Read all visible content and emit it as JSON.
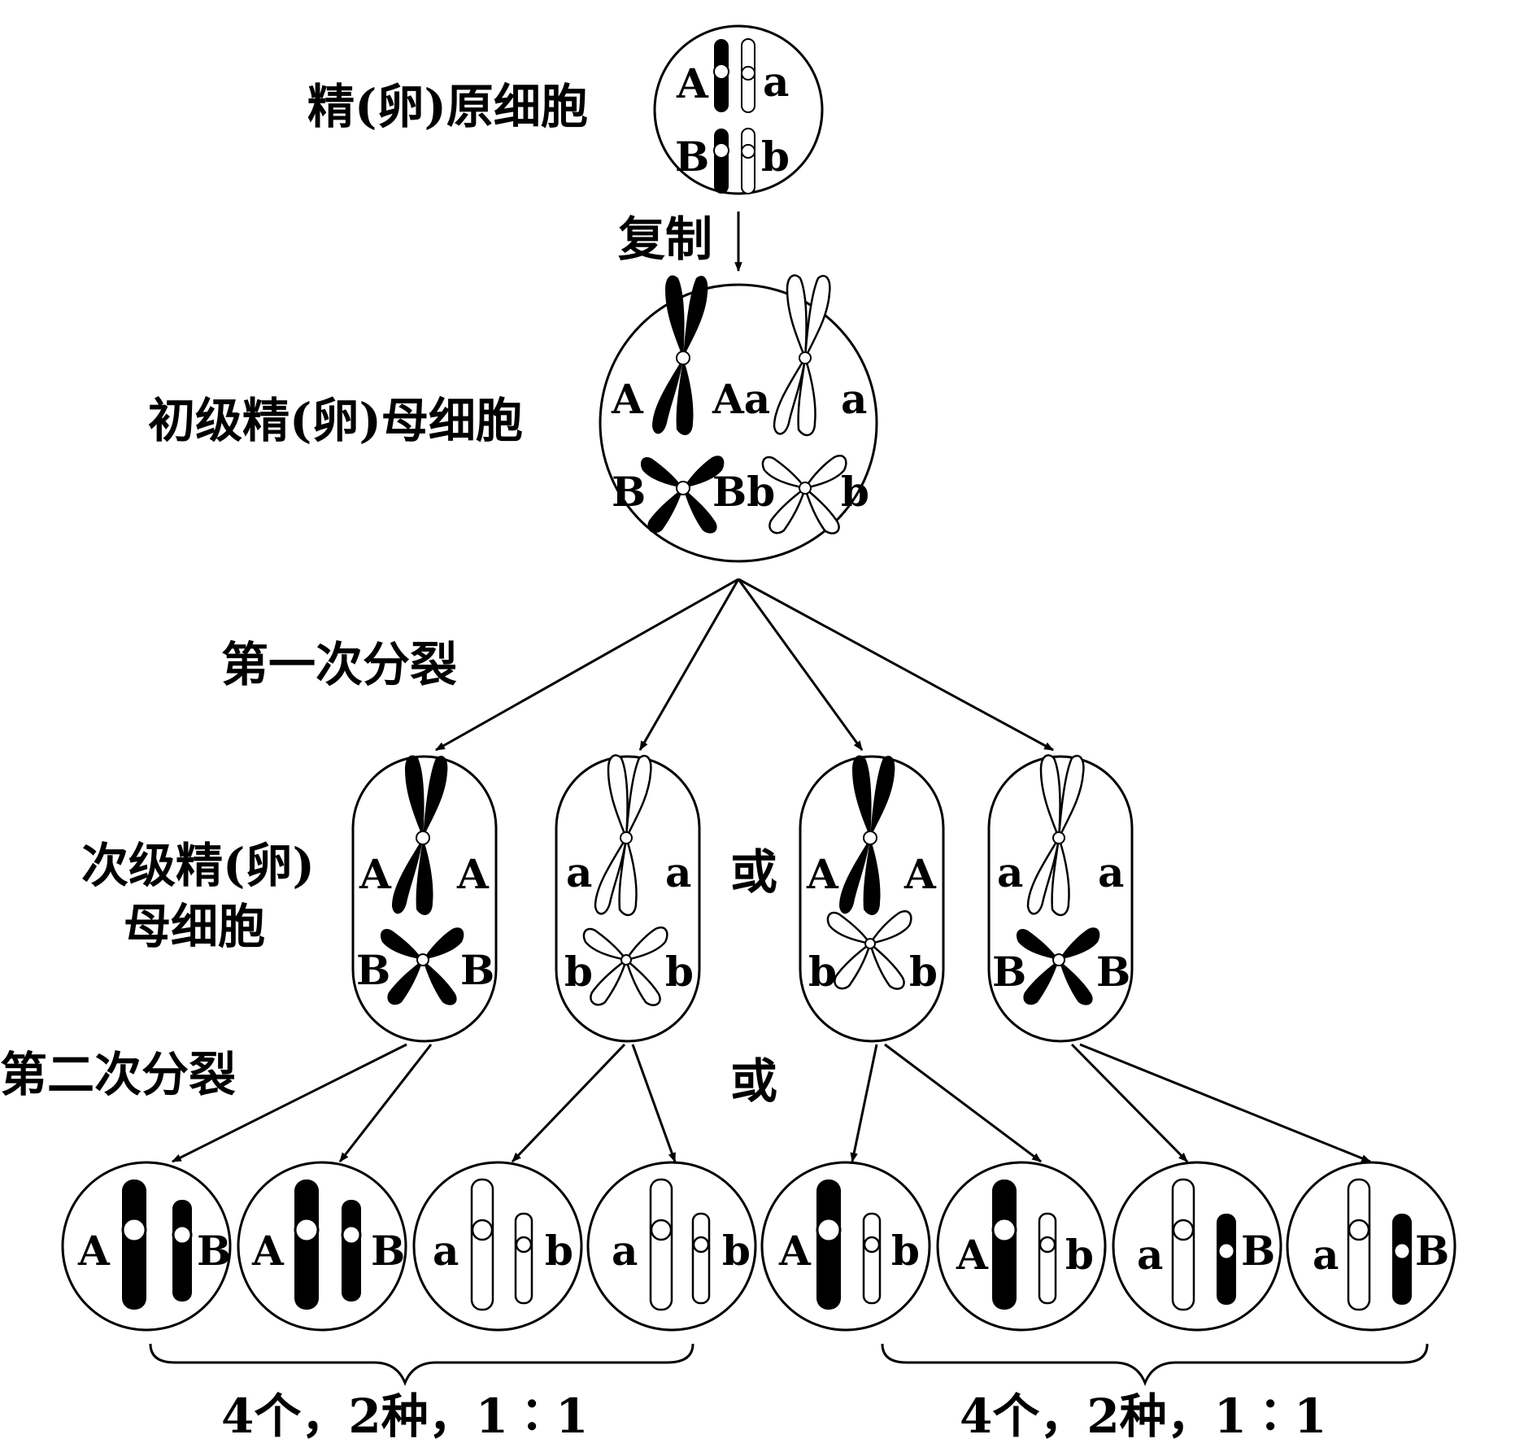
{
  "labels": {
    "spermatogonium": "精(卵)原细胞",
    "replication": "复制",
    "primary": "初级精(卵)母细胞",
    "division1": "第一次分裂",
    "secondary_line1": "次级精(卵)",
    "secondary_line2": "母细胞",
    "division2": "第二次分裂",
    "or": "或",
    "result": "4个，2种，1∶1"
  },
  "genes": {
    "A": "A",
    "a": "a",
    "B": "B",
    "b": "b",
    "Aa": "Aa",
    "Bb": "Bb"
  },
  "colors": {
    "ink": "#000000",
    "background": "#ffffff"
  }
}
